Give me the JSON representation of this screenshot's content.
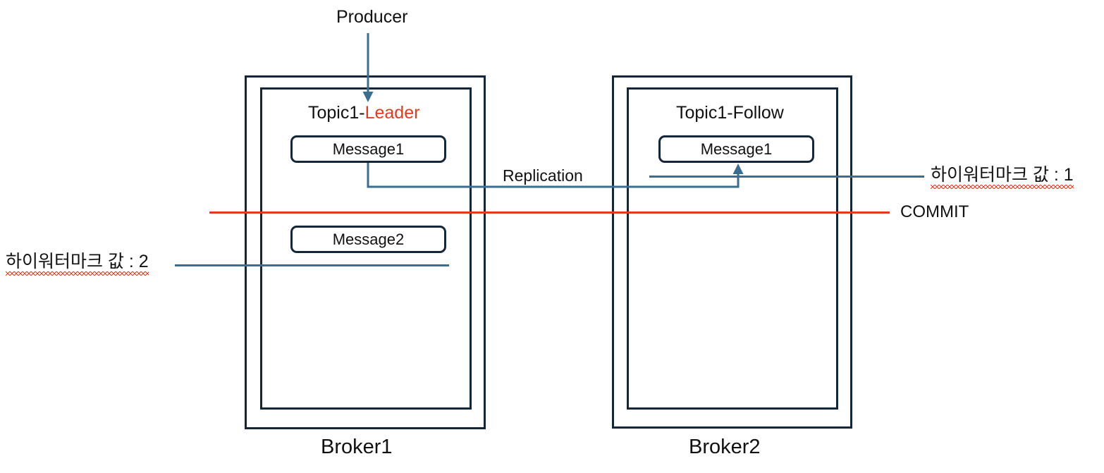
{
  "diagram": {
    "title_hidden": "Kafka replication and high watermark diagram",
    "colors": {
      "stroke_dark": "#14273a",
      "arrow_blue": "#3a6e8f",
      "commit_red": "#e8391e",
      "accent_red": "#e8391e",
      "text": "#111111",
      "background": "#ffffff",
      "spellcheck_squiggle": "#ef3b22"
    },
    "labels": {
      "producer": "Producer",
      "replication": "Replication",
      "commit": "COMMIT",
      "broker1": "Broker1",
      "broker2": "Broker2"
    },
    "brokers": [
      {
        "name": "Broker1",
        "partition_prefix": "Topic1-",
        "partition_role": "Leader",
        "role_is_accent": true,
        "messages": [
          "Message1",
          "Message2"
        ],
        "high_watermark_label": "하이워터마크 값 : 2",
        "high_watermark_value": 2
      },
      {
        "name": "Broker2",
        "partition_prefix": "Topic1-",
        "partition_role": "Follow",
        "role_is_accent": false,
        "messages": [
          "Message1"
        ],
        "high_watermark_label": "하이워터마크 값 : 1",
        "high_watermark_value": 1
      }
    ],
    "connectors": [
      {
        "name": "producer-to-leader",
        "kind": "arrow",
        "from": "Producer",
        "to": "Topic1-Leader"
      },
      {
        "name": "replication-leader-to-follower",
        "kind": "arrow",
        "from": "Message1 (Leader)",
        "to": "Message1 (Follow)",
        "label": "Replication"
      },
      {
        "name": "commit-line",
        "kind": "line",
        "label": "COMMIT"
      },
      {
        "name": "high-watermark-1-leader",
        "kind": "line",
        "label": "하이워터마크 값 : 1"
      },
      {
        "name": "high-watermark-2-leader",
        "kind": "line",
        "label": "하이워터마크 값 : 2"
      }
    ]
  }
}
